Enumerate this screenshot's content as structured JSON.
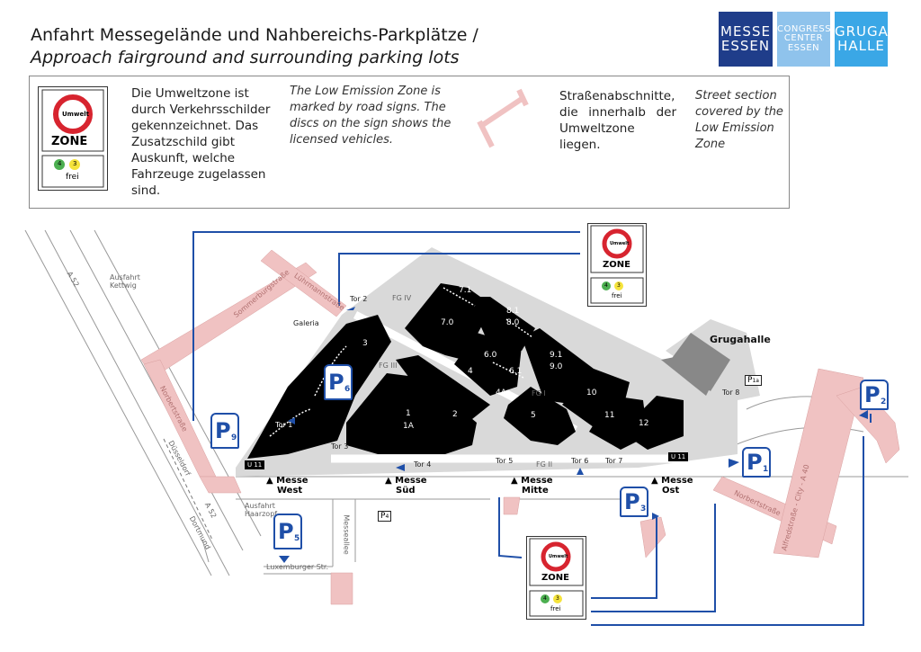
{
  "title": {
    "line1": "Anfahrt Messegelände und Nahbereichs-Parkplätze /",
    "line2": "Approach  fairground and surrounding parking lots"
  },
  "logos": {
    "messe": [
      "MESSE",
      "ESSEN"
    ],
    "congress": [
      "CONGRESS",
      "CENTER",
      "ESSEN"
    ],
    "gruga": [
      "GRUGA",
      "HALLE"
    ]
  },
  "legend": {
    "de_text": "Die Umweltzone ist durch Verkehrsschilder gekennzeichnet. Das Zusatzschild gibt Auskunft, welche Fahrzeuge zugelassen sind.",
    "en_text": "The Low Emission Zone is marked by road signs. The discs on the sign shows the licensed vehicles.",
    "de_street": "Straßenabschnitte, die innerhalb der Umweltzone liegen.",
    "en_street": "Street section covered by the Low Emission Zone"
  },
  "sign": {
    "umwelt": "Umwelt",
    "zone": "ZONE",
    "disc1": "4",
    "disc2": "3",
    "frei": "frei"
  },
  "colors": {
    "zone_street": "#f0c2c2",
    "fairground": "#d9d9d9",
    "halls": "#000000",
    "parking_route": "#1f4fa8",
    "brand": "#1f3d8a"
  },
  "map": {
    "streets": {
      "a52": "A 52",
      "ausfahrt_kettwig": [
        "Ausfahrt",
        "Kettwig"
      ],
      "sommerburgstrasse": "Sommerburgstraße",
      "luehrmannstrasse": "Lührmannstraße",
      "norbertstrasse_w": "Norbertstraße",
      "duesseldorf": "Düsseldorf",
      "a52_s": "A 52",
      "dortmund": "Dortmund",
      "ausfahrt_haarzopf": [
        "Ausfahrt",
        "Haarzopf"
      ],
      "messeallee": "Messeallee",
      "luxemburger": "Luxemburger Str.",
      "norbertstrasse_e": "Norbertstraße",
      "alfredstrasse": "Alfredstraße - City - A 40",
      "galeria": "Galeria"
    },
    "halls": {
      "fg_iv": "FG IV",
      "fg_iii": "FG III",
      "fg_i": "FG I",
      "fg_ii": "FG II",
      "h7_1": "7.1",
      "h7_0": "7.0",
      "h8_1": "8.1",
      "h8_0": "8.0",
      "h3": "3",
      "h6_0": "6.0",
      "h6_1": "6.1",
      "h4": "4",
      "h4a": "4A",
      "h9_1": "9.1",
      "h9_0": "9.0",
      "h10": "10",
      "h11": "11",
      "h12": "12",
      "h1": "1",
      "h1a": "1A",
      "h2": "2",
      "h5": "5",
      "grugahalle": "Grugahalle"
    },
    "gates": {
      "tor1": "Tor 1",
      "tor2": "Tor 2",
      "tor3": "Tor 3",
      "tor4": "Tor 4",
      "tor5": "Tor 5",
      "tor6": "Tor 6",
      "tor7": "Tor 7",
      "tor8": "Tor 8"
    },
    "entrances": {
      "west": [
        "▲ Messe",
        "West"
      ],
      "sued": [
        "▲ Messe",
        "Süd"
      ],
      "mitte": [
        "▲ Messe",
        "Mitte"
      ],
      "ost": [
        "▲ Messe",
        "Ost"
      ]
    },
    "parking": {
      "p1": "1",
      "p2": "2",
      "p3": "3",
      "p4": "4",
      "p5": "5",
      "p6": "6",
      "p9": "9",
      "p1a": "1a",
      "letter": "P"
    },
    "subway": {
      "u11_w": "U 11",
      "u11_e": "U 11"
    }
  }
}
